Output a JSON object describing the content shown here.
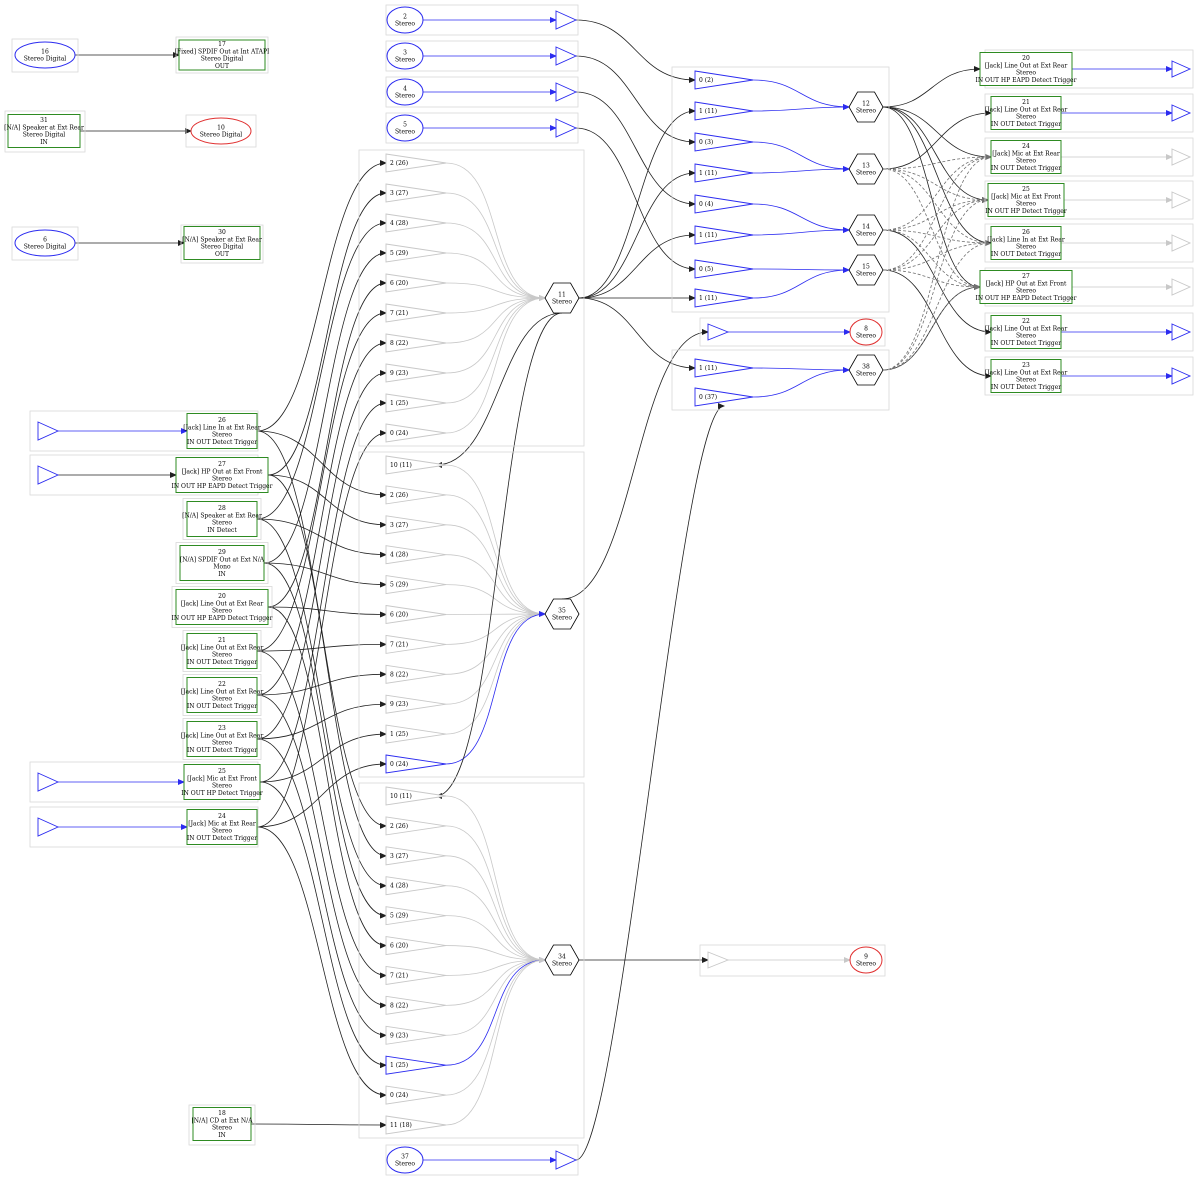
{
  "colors": {
    "active": "#2b2bf0",
    "connection": "#202020",
    "inactive": "#c8c8c8",
    "dashed": "#707070",
    "pin_border": "#2e8b22",
    "red_node": "#e03030"
  },
  "nodes": {
    "n16": [
      "16",
      "Stereo Digital"
    ],
    "n17": [
      "17",
      "[Fixed] SPDIF Out at Int ATAPI",
      "Stereo Digital",
      "OUT"
    ],
    "n31": [
      "31",
      "[N/A] Speaker at Ext Rear",
      "Stereo Digital",
      "IN"
    ],
    "n10": [
      "10",
      "Stereo Digital"
    ],
    "n6": [
      "6",
      "Stereo Digital"
    ],
    "n30": [
      "30",
      "[N/A] Speaker at Ext Rear",
      "Stereo Digital",
      "OUT"
    ],
    "n2": [
      "2",
      "Stereo"
    ],
    "n3": [
      "3",
      "Stereo"
    ],
    "n4": [
      "4",
      "Stereo"
    ],
    "n5": [
      "5",
      "Stereo"
    ],
    "n37": [
      "37",
      "Stereo"
    ],
    "n11": [
      "11",
      "Stereo"
    ],
    "n35": [
      "35",
      "Stereo"
    ],
    "n34": [
      "34",
      "Stereo"
    ],
    "n12": [
      "12",
      "Stereo"
    ],
    "n13": [
      "13",
      "Stereo"
    ],
    "n14": [
      "14",
      "Stereo"
    ],
    "n15": [
      "15",
      "Stereo"
    ],
    "n38": [
      "38",
      "Stereo"
    ],
    "n8": [
      "8",
      "Stereo"
    ],
    "n9": [
      "9",
      "Stereo"
    ],
    "p26": [
      "26",
      "[Jack] Line In at Ext Rear",
      "Stereo",
      "IN OUT Detect Trigger"
    ],
    "p27": [
      "27",
      "[Jack] HP Out at Ext Front",
      "Stereo",
      "IN OUT HP EAPD Detect Trigger"
    ],
    "p28": [
      "28",
      "[N/A] Speaker at Ext Rear",
      "Stereo",
      "IN Detect"
    ],
    "p29": [
      "29",
      "[N/A] SPDIF Out at Ext N/A",
      "Mono",
      "IN"
    ],
    "p20": [
      "20",
      "[Jack] Line Out at Ext Rear",
      "Stereo",
      "IN OUT HP EAPD Detect Trigger"
    ],
    "p21": [
      "21",
      "[Jack] Line Out at Ext Rear",
      "Stereo",
      "IN OUT Detect Trigger"
    ],
    "p22": [
      "22",
      "[Jack] Line Out at Ext Rear",
      "Stereo",
      "IN OUT Detect Trigger"
    ],
    "p23": [
      "23",
      "[Jack] Line Out at Ext Rear",
      "Stereo",
      "IN OUT Detect Trigger"
    ],
    "p25": [
      "25",
      "[Jack] Mic at Ext Front",
      "Stereo",
      "IN OUT HP Detect Trigger"
    ],
    "p24": [
      "24",
      "[Jack] Mic at Ext Rear",
      "Stereo",
      "IN OUT Detect Trigger"
    ],
    "p18": [
      "18",
      "[N/A] CD at Ext N/A",
      "Stereo",
      "IN"
    ],
    "r20": [
      "20",
      "[Jack] Line Out at Ext Rear",
      "Stereo",
      "IN OUT HP EAPD Detect Trigger"
    ],
    "r21": [
      "21",
      "[Jack] Line Out at Ext Rear",
      "Stereo",
      "IN OUT Detect Trigger"
    ],
    "r24": [
      "24",
      "[Jack] Mic at Ext Rear",
      "Stereo",
      "IN OUT Detect Trigger"
    ],
    "r25": [
      "25",
      "[Jack] Mic at Ext Front",
      "Stereo",
      "IN OUT HP Detect Trigger"
    ],
    "r26": [
      "26",
      "[Jack] Line In at Ext Rear",
      "Stereo",
      "IN OUT Detect Trigger"
    ],
    "r27": [
      "27",
      "[Jack] HP Out at Ext Front",
      "Stereo",
      "IN OUT HP EAPD Detect Trigger"
    ],
    "r22": [
      "22",
      "[Jack] Line Out at Ext Rear",
      "Stereo",
      "IN OUT Detect Trigger"
    ],
    "r23": [
      "23",
      "[Jack] Line Out at Ext Rear",
      "Stereo",
      "IN OUT Detect Trigger"
    ]
  },
  "mixer_inputs": {
    "m11": [
      "2 (26)",
      "3 (27)",
      "4 (28)",
      "5 (29)",
      "6 (20)",
      "7 (21)",
      "8 (22)",
      "9 (23)",
      "1 (25)",
      "0 (24)"
    ],
    "m35": [
      "10 (11)",
      "2 (26)",
      "3 (27)",
      "4 (28)",
      "5 (29)",
      "6 (20)",
      "7 (21)",
      "8 (22)",
      "9 (23)",
      "1 (25)",
      "0 (24)"
    ],
    "m34": [
      "10 (11)",
      "2 (26)",
      "3 (27)",
      "4 (28)",
      "5 (29)",
      "6 (20)",
      "7 (21)",
      "8 (22)",
      "9 (23)",
      "1 (25)",
      "0 (24)",
      "11 (18)"
    ]
  },
  "selector_inputs": {
    "s12": [
      "0 (2)",
      "1 (11)"
    ],
    "s13": [
      "0 (3)",
      "1 (11)"
    ],
    "s14": [
      "0 (4)",
      "1 (11)"
    ],
    "s15": [
      "0 (5)",
      "1 (11)"
    ],
    "s38": [
      "1 (11)",
      "0 (37)"
    ]
  }
}
